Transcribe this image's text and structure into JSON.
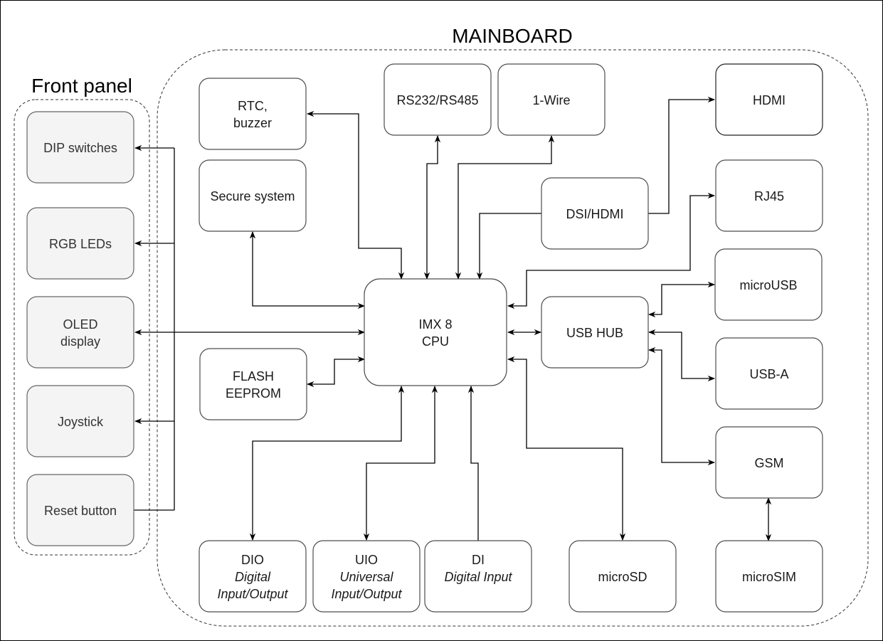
{
  "groups": {
    "mainboard": "MAINBOARD",
    "front_panel": "Front panel"
  },
  "front_panel": [
    {
      "id": "dip",
      "lines": [
        "DIP switches"
      ]
    },
    {
      "id": "rgb",
      "lines": [
        "RGB LEDs"
      ]
    },
    {
      "id": "oled",
      "lines": [
        "OLED",
        "display"
      ]
    },
    {
      "id": "joy",
      "lines": [
        "Joystick"
      ]
    },
    {
      "id": "reset",
      "lines": [
        "Reset button"
      ]
    }
  ],
  "mainboard": {
    "rtc": [
      "RTC,",
      "buzzer"
    ],
    "secure": [
      "Secure system"
    ],
    "flash": [
      "FLASH",
      "EEPROM"
    ],
    "rs": [
      "RS232/RS485"
    ],
    "wire1": [
      "1-Wire"
    ],
    "dsi": [
      "DSI/HDMI"
    ],
    "cpu": [
      "IMX 8",
      "CPU"
    ],
    "usbhub": [
      "USB HUB"
    ],
    "hdmi": [
      "HDMI"
    ],
    "rj45": [
      "RJ45"
    ],
    "microusb": [
      "microUSB"
    ],
    "usba": [
      "USB-A"
    ],
    "gsm": [
      "GSM"
    ],
    "microsim": [
      "microSIM"
    ],
    "microsd": [
      "microSD"
    ],
    "dio": {
      "title": "DIO",
      "sub": [
        "Digital",
        "Input/Output"
      ]
    },
    "uio": {
      "title": "UIO",
      "sub": [
        "Universal",
        "Input/Output"
      ]
    },
    "di": {
      "title": "DI",
      "sub": [
        "Digital Input"
      ]
    }
  }
}
